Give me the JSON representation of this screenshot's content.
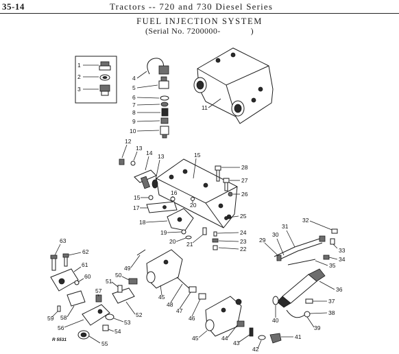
{
  "header": {
    "page_number": "35-14",
    "running_title": "Tractors -- 720 and 730 Diesel Series"
  },
  "figure": {
    "title": "FUEL INJECTION SYSTEM",
    "serial_label": "(Serial No. 7200000-",
    "serial_close": ")",
    "reference_code": "R 5531"
  },
  "callouts": [
    "1",
    "2",
    "3",
    "4",
    "5",
    "6",
    "7",
    "8",
    "9",
    "10",
    "11",
    "12",
    "13",
    "13",
    "14",
    "15",
    "15",
    "16",
    "17",
    "18",
    "19",
    "20",
    "20",
    "21",
    "22",
    "23",
    "24",
    "25",
    "26",
    "27",
    "28",
    "29",
    "30",
    "31",
    "32",
    "33",
    "34",
    "35",
    "36",
    "37",
    "38",
    "39",
    "40",
    "41",
    "42",
    "43",
    "44",
    "45",
    "45",
    "46",
    "47",
    "48",
    "49",
    "50",
    "51",
    "52",
    "53",
    "54",
    "55",
    "56",
    "57",
    "58",
    "59",
    "60",
    "61",
    "62",
    "63"
  ]
}
